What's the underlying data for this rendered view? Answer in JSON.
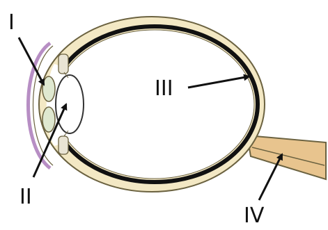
{
  "labels": {
    "I": "I",
    "II": "II",
    "III": "III",
    "IV": "IV"
  },
  "colors": {
    "background": "#ffffff",
    "sclera_fill": "#f3e8c4",
    "outline": "#6b6240",
    "retina_dark": "#111111",
    "cornea": "#b78ec4",
    "optic_nerve_fill": "#e8c48e",
    "arrow": "#111111",
    "lens_fill": "#ffffff",
    "iris_fill": "#dfe8d0"
  }
}
